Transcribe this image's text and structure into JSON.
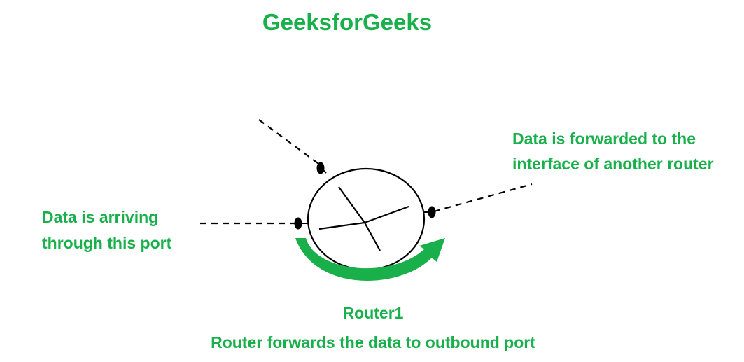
{
  "title": "GeeksforGeeks",
  "labels": {
    "incoming_line1": "Data is arriving",
    "incoming_line2": "through this port",
    "outgoing_line1": "Data is forwarded to the",
    "outgoing_line2": "interface of another router"
  },
  "router": {
    "name": "Router1",
    "caption": "Router forwards the data to outbound port"
  },
  "colors": {
    "accent": "#19b04b",
    "line": "#000000",
    "background": "#ffffff"
  }
}
